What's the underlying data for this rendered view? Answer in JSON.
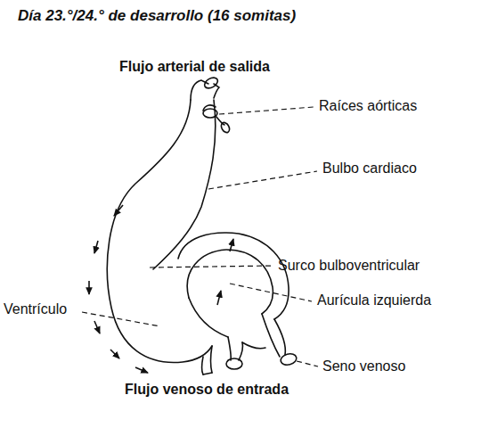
{
  "diagram": {
    "title": "Día 23.°/24.° de desarrollo (16 somitas)",
    "labels": [
      "Flujo arterial de salida",
      "Raíces aórticas",
      "Bulbo cardiaco",
      "Surco bulboventricular",
      "Aurícula izquierda",
      "Ventrículo",
      "Seno venoso",
      "Flujo venoso de entrada"
    ]
  }
}
